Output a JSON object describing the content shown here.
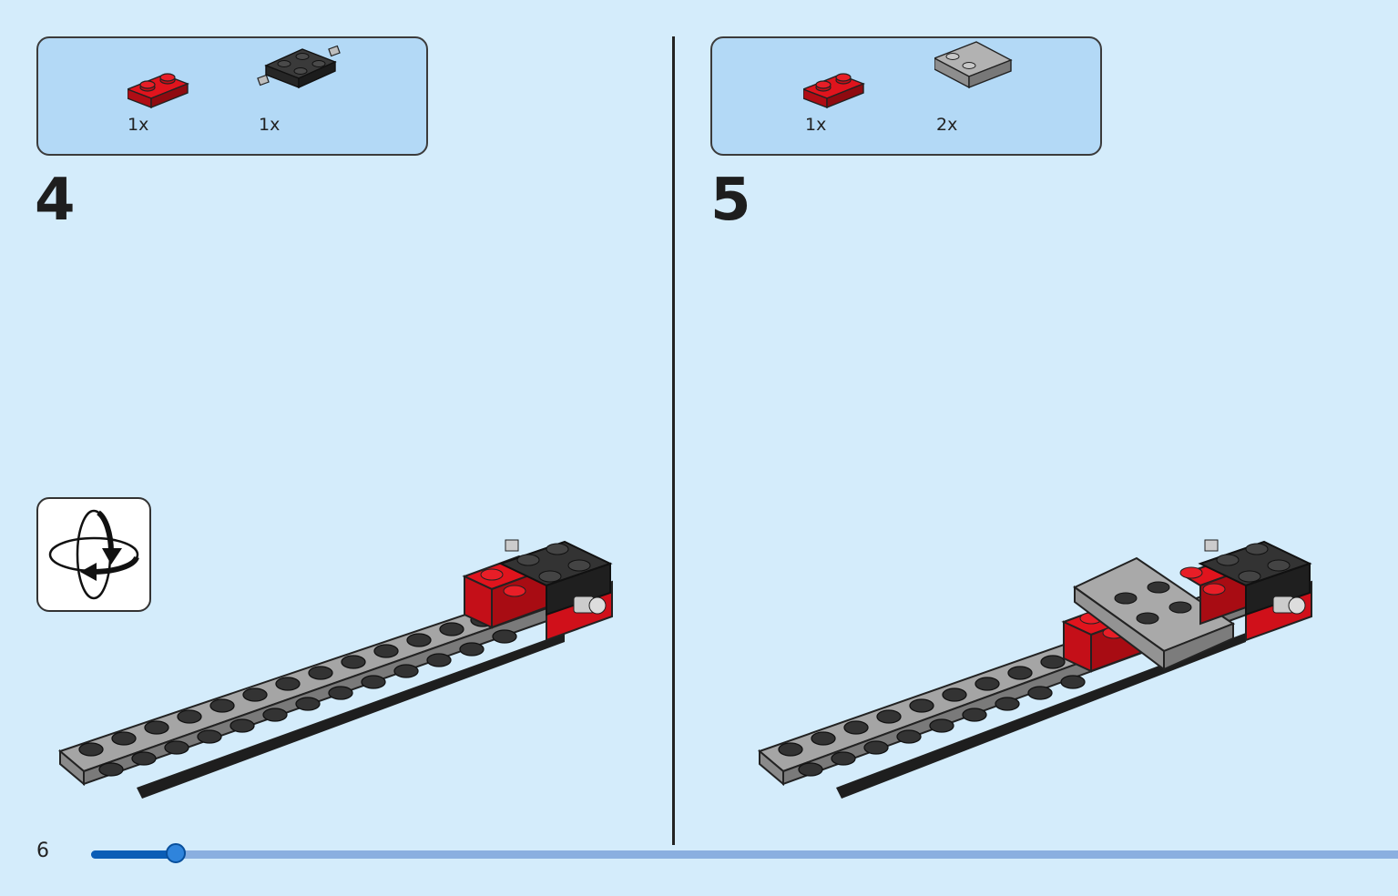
{
  "steps": [
    {
      "number": "4",
      "parts": [
        {
          "name": "red plate 1x2",
          "color": "#d0101a",
          "qty": "1x"
        },
        {
          "name": "black wheel holder plate 2x2",
          "color": "#2e2e2e",
          "qty": "1x"
        }
      ]
    },
    {
      "number": "5",
      "parts": [
        {
          "name": "red plate 1x2",
          "color": "#d0101a",
          "qty": "1x"
        },
        {
          "name": "light grey tile 2x2 with studs",
          "color": "#a7a7a7",
          "qty": "2x"
        }
      ]
    }
  ],
  "rotate_indicator": {
    "icon": "rotate-model-icon"
  },
  "page": {
    "number": "6",
    "progress": 0.065
  },
  "colors": {
    "background": "#d4ecfb",
    "parts_box": "#b3d9f6",
    "red": "#d0101a",
    "grey": "#a7a7a7",
    "black": "#2e2e2e",
    "progress_fill": "#0a5db6",
    "progress_track": "#8aafe0"
  }
}
